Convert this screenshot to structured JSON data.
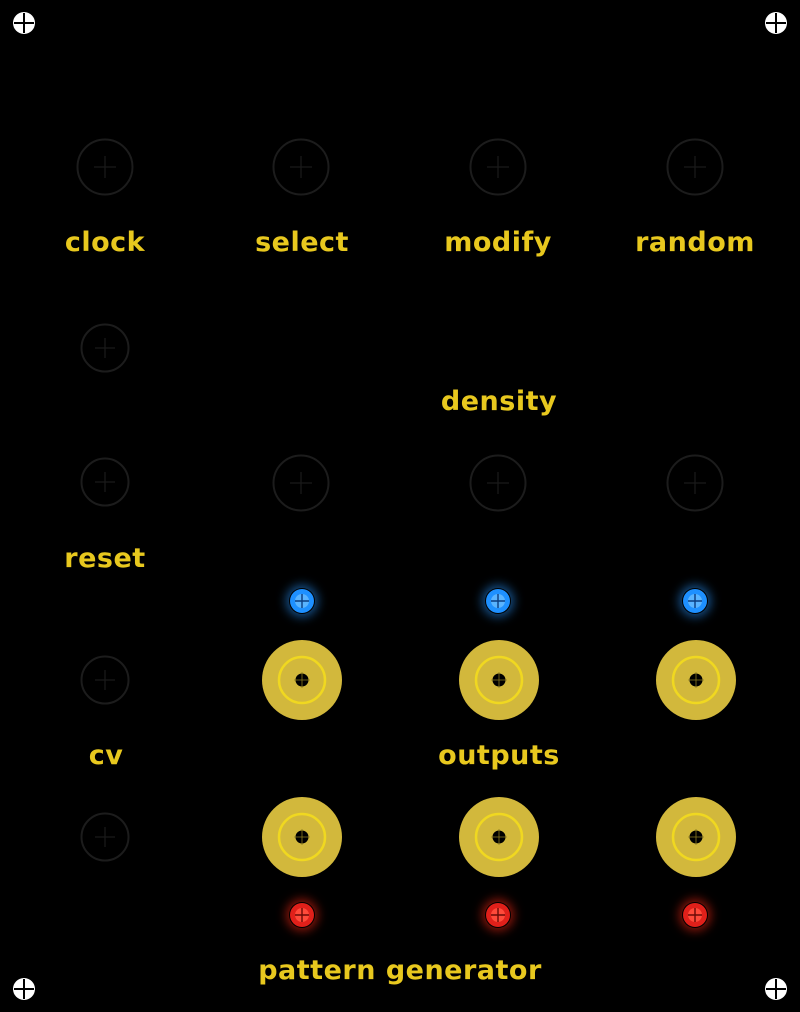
{
  "panel": {
    "name": "pattern generator",
    "colors": {
      "background": "#000000",
      "label": "#e8c81e",
      "jack": "#d2b83c",
      "led_blue": "#1e90ff",
      "led_red": "#e0201a"
    }
  },
  "labels": {
    "clock": "clock",
    "select": "select",
    "modify": "modify",
    "random": "random",
    "density": "density",
    "reset": "reset",
    "cv": "cv",
    "outputs": "outputs",
    "title": "pattern generator"
  }
}
